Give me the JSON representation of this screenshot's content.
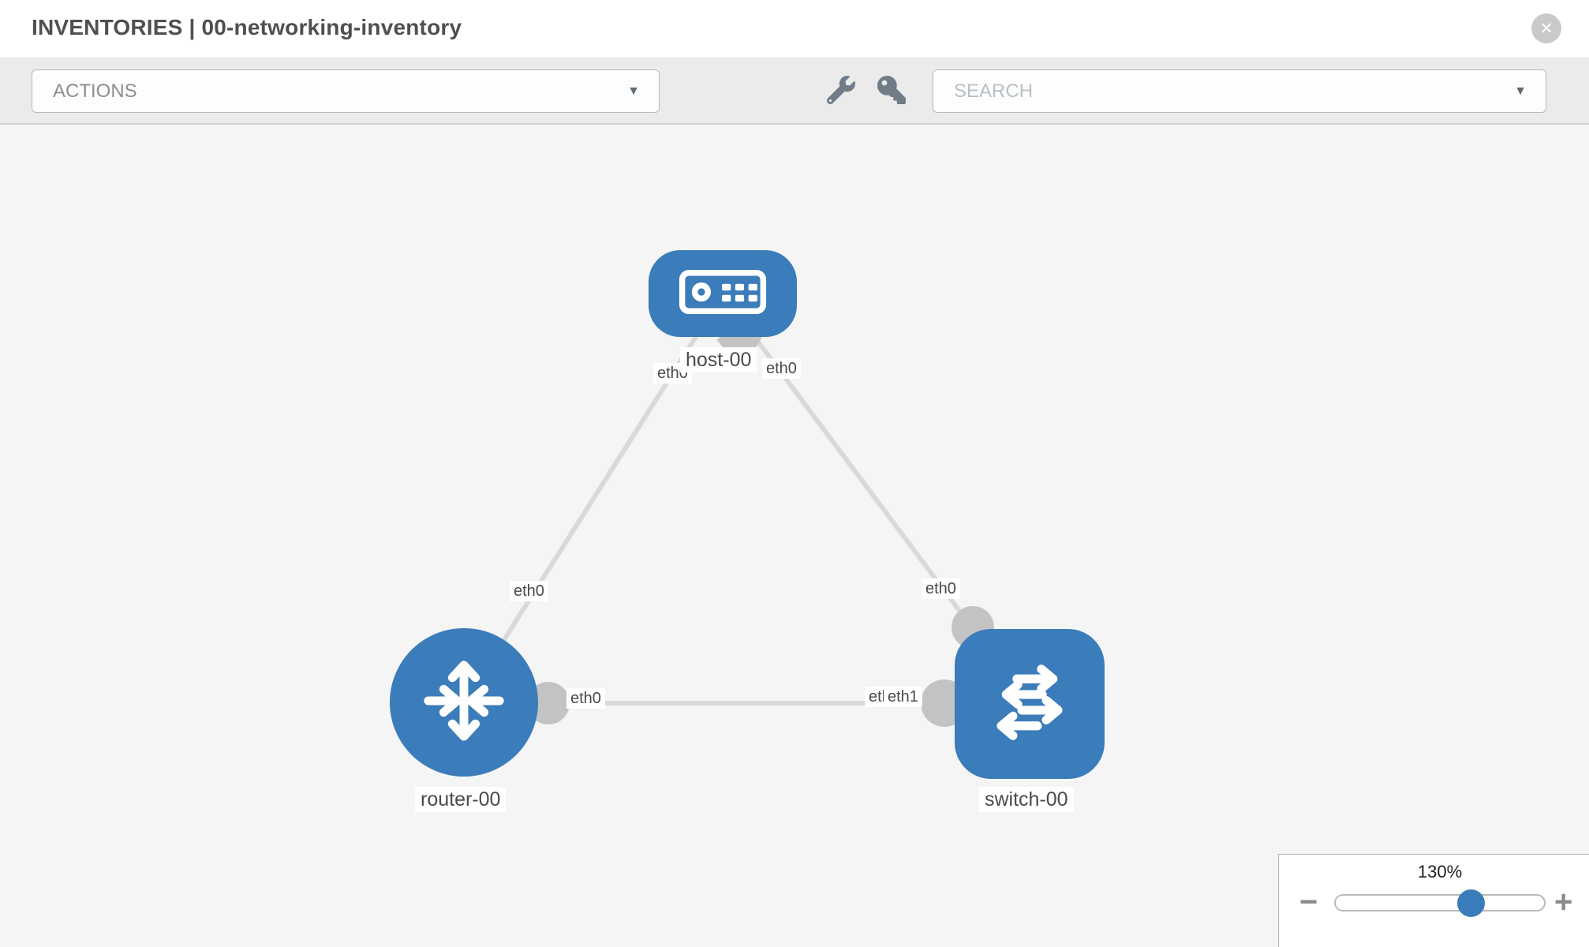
{
  "header": {
    "title": "INVENTORIES | 00-networking-inventory",
    "close_icon": "✕"
  },
  "toolbar": {
    "actions_dropdown": {
      "value": "ACTIONS",
      "caret": "▼"
    },
    "search_dropdown": {
      "placeholder": "SEARCH",
      "caret": "▼"
    }
  },
  "colors": {
    "node_blue": "#3b7cba",
    "port_gray": "#c3c3c3",
    "link_gray": "#d9d9d9",
    "canvas_bg": "#f5f5f5"
  },
  "topology": {
    "nodes": [
      {
        "id": "host-00",
        "type": "host",
        "label": "host-00"
      },
      {
        "id": "router-00",
        "type": "router",
        "label": "router-00"
      },
      {
        "id": "switch-00",
        "type": "switch",
        "label": "switch-00"
      }
    ],
    "links": [
      {
        "from": "host-00",
        "from_iface": "eth0",
        "to": "router-00",
        "to_iface": "eth0"
      },
      {
        "from": "host-00",
        "from_iface": "eth0",
        "to": "switch-00",
        "to_iface": "eth0"
      },
      {
        "from": "router-00",
        "from_iface": "eth0",
        "to": "switch-00",
        "to_iface": "eth1"
      }
    ],
    "iface_labels": {
      "host_left": "eth0",
      "host_right": "eth0",
      "router_top": "eth0",
      "router_right": "eth0",
      "switch_top": "eth0",
      "switch_left_back": "eth0",
      "switch_left_front": "eth1"
    }
  },
  "zoom_control": {
    "level": "130%",
    "minus": "−",
    "plus": "+"
  }
}
